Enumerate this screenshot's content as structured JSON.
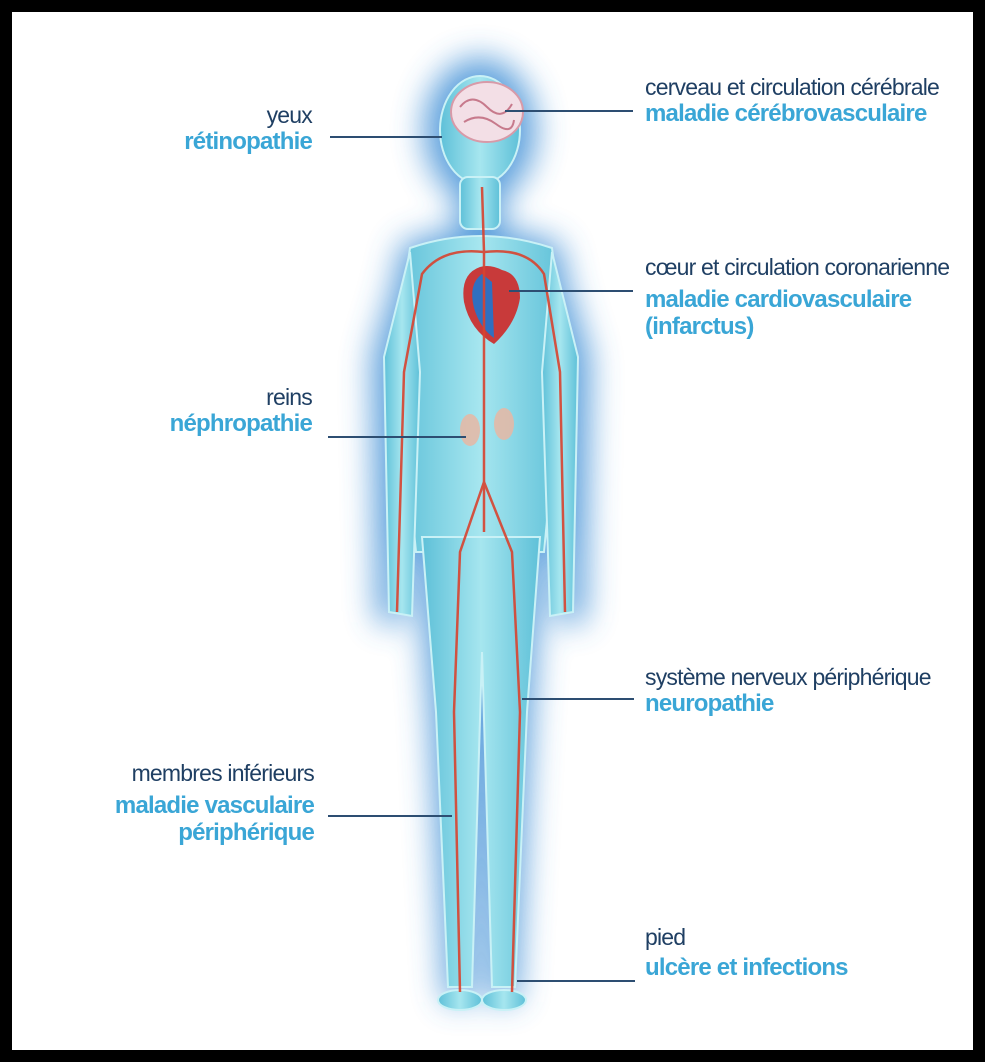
{
  "labels": {
    "eyes": {
      "organ": "yeux",
      "disease": "rétinopathie"
    },
    "brain": {
      "organ": "cerveau et circulation cérébrale",
      "disease": "maladie cérébrovasculaire"
    },
    "heart": {
      "organ": "cœur et circulation coronarienne",
      "disease_line1": "maladie cardiovasculaire",
      "disease_line2": "(infarctus)"
    },
    "kidneys": {
      "organ": "reins",
      "disease": "néphropathie"
    },
    "nerves": {
      "organ": "système nerveux périphérique",
      "disease": "neuropathie"
    },
    "legs": {
      "organ": "membres inférieurs",
      "disease_line1": "maladie vasculaire",
      "disease_line2": "périphérique"
    },
    "foot": {
      "organ": "pied",
      "disease": "ulcère et infections"
    }
  },
  "colors": {
    "organ_text": "#1f3f63",
    "disease_text": "#3aa6d6",
    "body_fill": "#7fd3e3",
    "body_glow": "#3f8fd6",
    "artery": "#d8432f",
    "leader_line": "#2d4e72"
  }
}
